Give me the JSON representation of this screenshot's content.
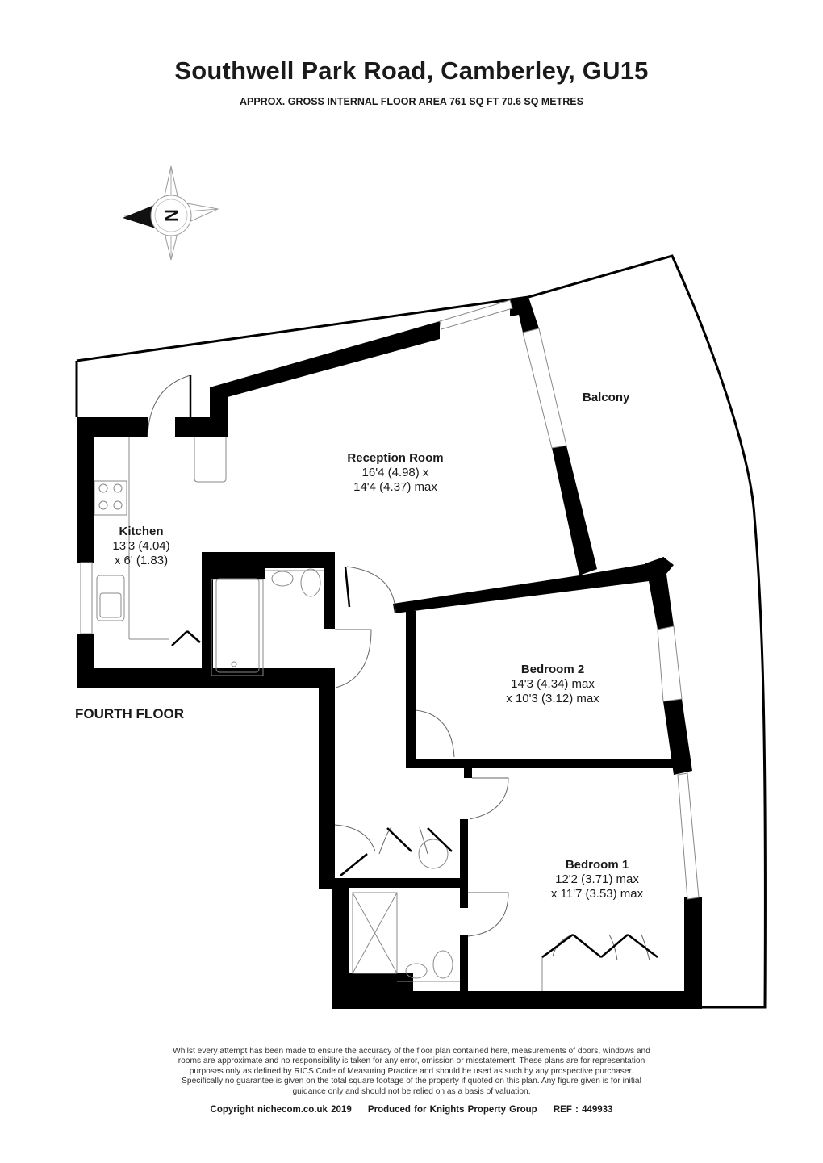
{
  "header": {
    "title": "Southwell Park Road, Camberley, GU15",
    "subtitle": "APPROX. GROSS INTERNAL FLOOR AREA 761 SQ FT 70.6 SQ METRES"
  },
  "compass": {
    "icon": "compass-north-icon",
    "letter": "N"
  },
  "floor_label": "FOURTH FLOOR",
  "rooms": [
    {
      "name": "Reception Room",
      "dim1": "16'4 (4.98) x",
      "dim2": "14'4 (4.37) max"
    },
    {
      "name": "Kitchen",
      "dim1": "13'3 (4.04)",
      "dim2": "x 6' (1.83)"
    },
    {
      "name": "Bedroom 2",
      "dim1": "14'3 (4.34) max",
      "dim2": "x 10'3 (3.12) max"
    },
    {
      "name": "Bedroom 1",
      "dim1": "12'2 (3.71) max",
      "dim2": "x 11'7 (3.53) max"
    }
  ],
  "balcony_label": "Balcony",
  "disclaimer": [
    "Whilst every attempt has been made to ensure the accuracy of the floor plan contained here, measurements of doors, windows and",
    "rooms are approximate and no responsibility is taken for any error, omission or misstatement. These plans are for representation",
    "purposes only as defined by RICS Code of Measuring Practice and should be used as such by any prospective purchaser.",
    "Specifically no guarantee is given on the total square footage of the property if quoted on this plan. Any figure given is for initial",
    "guidance only and should not be relied on as a basis of valuation."
  ],
  "footer": {
    "copyright": "Copyright nichecom.co.uk 2019",
    "produced_for": "Produced for Knights Property Group",
    "ref": "REF : 449933"
  },
  "colors": {
    "wall": "#000000",
    "fixture_line": "#888888",
    "text": "#1a1a1a",
    "background": "#ffffff"
  }
}
